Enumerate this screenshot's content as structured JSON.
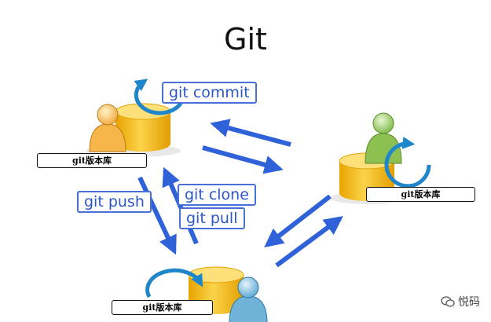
{
  "title": "Git",
  "commands": {
    "commit": "git commit",
    "push": "git push",
    "clone": "git clone",
    "pull": "git pull"
  },
  "repos": {
    "top_left": "git版本库",
    "right": "git版本库",
    "bottom": "git版本库"
  },
  "watermark": "悦码",
  "colors": {
    "arrow": "#2f62d8",
    "cycle_arrow": "#1f86c9",
    "database": "#f4c430",
    "user_orange": "#f6b64a",
    "user_green": "#8cc152",
    "user_blue": "#6fb3d9",
    "label_text": "#2c56c9"
  },
  "icons": [
    "user-icon",
    "database-icon",
    "refresh-cycle-icon",
    "wechat-icon"
  ]
}
